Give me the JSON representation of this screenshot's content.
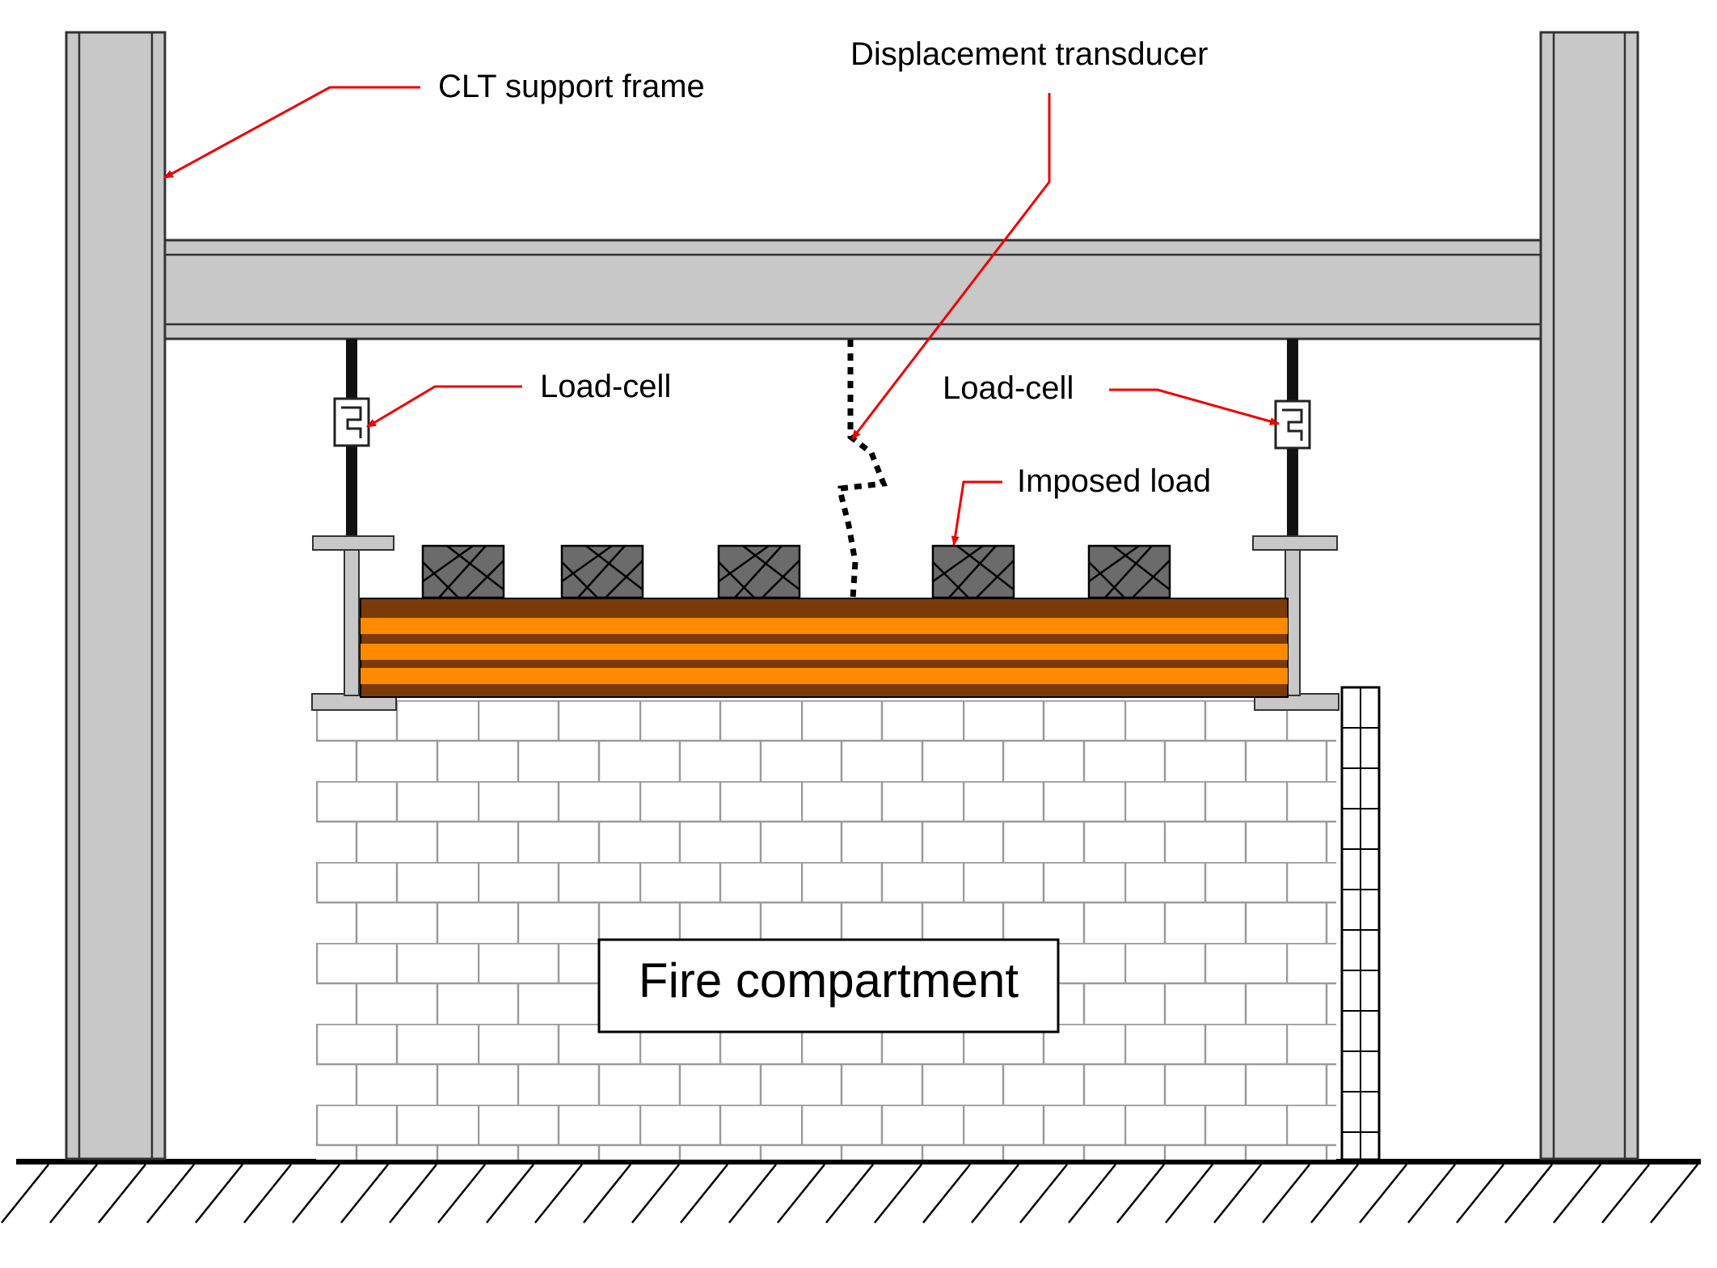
{
  "diagram": {
    "labels": {
      "support_frame": "CLT support frame",
      "transducer": "Displacement transducer",
      "load_cell_left": "Load-cell",
      "load_cell_right": "Load-cell",
      "imposed_load": "Imposed load",
      "compartment": "Fire compartment"
    },
    "colors": {
      "steel": "#c8c8c8",
      "steel_outline": "#333333",
      "clt_dark": "#7a3a0a",
      "clt_light": "#ff8a00",
      "load_block": "#6b6b6b",
      "brick_mortar": "#9a9a9a",
      "arrow": "#ee0000",
      "ground": "#000000"
    }
  }
}
